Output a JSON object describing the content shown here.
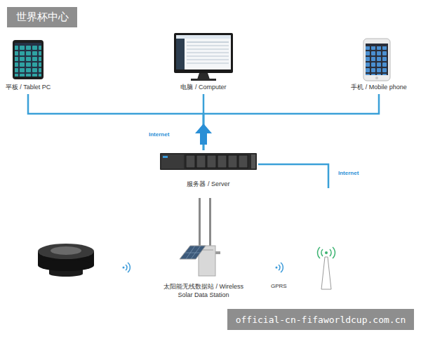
{
  "diagram": {
    "nodes": [
      {
        "text": [
          "平板 / Tablet PC"
        ]
      },
      {
        "text": [
          "电脑 / Computer"
        ]
      },
      {
        "text": [
          "手机 / Mobile phone"
        ]
      },
      {
        "text": [
          "服务器 / Server"
        ]
      },
      {
        "text": [
          "太阳能无线数据站 / Wireless Solar Data Station"
        ]
      }
    ],
    "edges": [
      {
        "from": 3,
        "to": 0,
        "arrow": "none"
      },
      {
        "from": 3,
        "to": 1,
        "arrow": "none"
      },
      {
        "from": 3,
        "to": 2,
        "arrow": "none"
      }
    ],
    "labels": [
      "世界杯中心",
      "Internet",
      "Internet",
      "GPRS",
      "official-cn-fifaworldcup.com.cn"
    ]
  }
}
